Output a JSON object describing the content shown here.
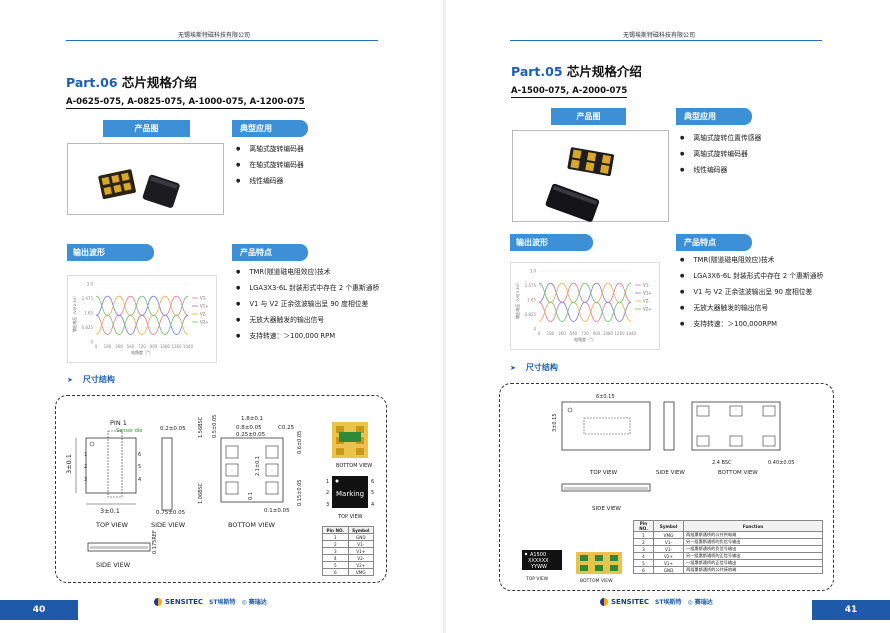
{
  "header": {
    "company": "无锡埃斯特磁科技有限公司"
  },
  "left": {
    "part_num": "Part.06",
    "part_title": "芯片规格介绍",
    "models": "A-0625-075, A-0825-075, A-1000-075, A-1200-075",
    "sect_product_image": "产品图",
    "sect_application": "典型应用",
    "applications": [
      "离轴式旋转编码器",
      "在轴式旋转编码器",
      "线性编码器"
    ],
    "sect_waveform": "输出波形",
    "sect_features": "产品特点",
    "features": [
      "TMR(隧道磁电阻效应)技术",
      "LGA3X3-6L 封装形式中存在 2 个惠斯通桥",
      "V1 与 V2 正余弦波输出呈 90 度相位差",
      "无放大器触发的输出信号",
      "支持转速：＞100,000 RPM"
    ],
    "sect_dimensions": "尺寸结构",
    "drawing": {
      "pin1": "PIN 1",
      "sensor": "Sensor die",
      "w1": "3±0.1",
      "h1": "3±0.1",
      "top_view": "TOP VIEW",
      "side_view": "SIDE VIEW",
      "bottom_view": "BOTTOM VIEW",
      "d_02": "0.2±0.05",
      "d_075": "0.75±0.05",
      "d_156": "1.56BSC",
      "d_05": "0.5±0.05",
      "d_18": "1.8±0.1",
      "d_08": "0.8±0.05",
      "d_025": "0.25±0.05",
      "c025": "C0.25",
      "d_21": "2.1±0.1",
      "d_106": "1.06BSC",
      "d_01": "0.1±0.05",
      "d_015": "0.15±0.05",
      "d_01b": "0.1",
      "d_06": "0.6±0.05",
      "d_0175": "0.175REF",
      "marking": "Marking",
      "pin_table_head": [
        "Pin NO.",
        "Symbol"
      ],
      "pin_table": [
        [
          "1",
          "GND"
        ],
        [
          "2",
          "V1-"
        ],
        [
          "3",
          "V1+"
        ],
        [
          "4",
          "V2-"
        ],
        [
          "5",
          "V2+"
        ],
        [
          "6",
          "VMG"
        ]
      ],
      "pin_nums": [
        "1",
        "2",
        "3",
        "4",
        "5",
        "6"
      ]
    },
    "page_number": "40"
  },
  "right": {
    "part_num": "Part.05",
    "part_title": "芯片规格介绍",
    "models": "A-1500-075, A-2000-075",
    "sect_product_image": "产品图",
    "sect_application": "典型应用",
    "applications": [
      "离轴式旋转位置传感器",
      "离轴式旋转编码器",
      "线性编码器"
    ],
    "sect_waveform": "输出波形",
    "sect_features": "产品特点",
    "features": [
      "TMR(隧道磁电阻效应)技术",
      "LGA3X6-6L 封装形式中存在 2 个惠斯通桥",
      "V1 与 V2 正余弦波输出呈 90 度相位差",
      "无放大器触发的输出信号",
      "支持转速：＞100,000RPM"
    ],
    "sect_dimensions": "尺寸结构",
    "drawing": {
      "top_view": "TOP VIEW",
      "side_view": "SIDE VIEW",
      "bottom_view": "BOTTOM VIEW",
      "w": "6±0.15",
      "h": "3±0.15",
      "d1": "2.4 BSC",
      "d2": "0.40±0.05",
      "marking_lines": [
        "A1500",
        "XXXXXX",
        "YYWW"
      ],
      "pin_table_head": [
        "Pin NO.",
        "Symbol",
        "Function"
      ],
      "pin_table": [
        [
          "1",
          "VMG",
          "两组惠斯通桥的公共供电端"
        ],
        [
          "2",
          "V1-",
          "另一组惠斯通桥的负信号输出"
        ],
        [
          "3",
          "V1-",
          "一组惠斯通桥的负信号输出"
        ],
        [
          "4",
          "V2+",
          "另一组惠斯通桥的正信号输出"
        ],
        [
          "5",
          "V1+",
          "一组惠斯通桥的正信号输出"
        ],
        [
          "6",
          "GND",
          "两组惠斯通桥的公共接地端"
        ]
      ]
    },
    "page_number": "41"
  },
  "chart_data": [
    {
      "type": "line",
      "x": [
        0,
        180,
        360,
        540,
        720,
        900,
        1080,
        1260,
        1440
      ],
      "xlabel": "电角度（°）",
      "ylabel": "输出电压（V@3.3V）",
      "ylim": [
        0.5,
        3.0
      ],
      "yticks": [
        "3.0",
        "2.475",
        "1.65",
        "0.825",
        "0"
      ],
      "series": [
        {
          "name": "V1-",
          "values": [
            1.65,
            0.825,
            1.65,
            2.475,
            1.65,
            0.825,
            1.65,
            2.475,
            1.65
          ]
        },
        {
          "name": "V1+",
          "values": [
            1.65,
            2.475,
            1.65,
            0.825,
            1.65,
            2.475,
            1.65,
            0.825,
            1.65
          ]
        },
        {
          "name": "V2-",
          "values": [
            0.825,
            1.65,
            2.475,
            1.65,
            0.825,
            1.65,
            2.475,
            1.65,
            0.825
          ]
        },
        {
          "name": "V2+",
          "values": [
            2.475,
            1.65,
            0.825,
            1.65,
            2.475,
            1.65,
            0.825,
            1.65,
            2.475
          ]
        }
      ],
      "colors": [
        "#e07a9a",
        "#7a7ae0",
        "#e0b050",
        "#6cc06c"
      ]
    },
    {
      "type": "line",
      "x": [
        0,
        180,
        360,
        540,
        720,
        900,
        1080,
        1260,
        1440
      ],
      "xlabel": "电角度（°）",
      "ylabel": "输出电压（V@3.3V）",
      "ylim": [
        0.5,
        3.0
      ],
      "yticks": [
        "3.0",
        "2.475",
        "1.65",
        "0.825",
        "0"
      ],
      "series": [
        {
          "name": "V1-",
          "values": [
            1.65,
            0.825,
            1.65,
            2.475,
            1.65,
            0.825,
            1.65,
            2.475,
            1.65
          ]
        },
        {
          "name": "V1+",
          "values": [
            1.65,
            2.475,
            1.65,
            0.825,
            1.65,
            2.475,
            1.65,
            0.825,
            1.65
          ]
        },
        {
          "name": "V2-",
          "values": [
            0.825,
            1.65,
            2.475,
            1.65,
            0.825,
            1.65,
            2.475,
            1.65,
            0.825
          ]
        },
        {
          "name": "V2+",
          "values": [
            2.475,
            1.65,
            0.825,
            1.65,
            2.475,
            1.65,
            0.825,
            1.65,
            2.475
          ]
        }
      ],
      "colors": [
        "#e07a9a",
        "#7a7ae0",
        "#e0b050",
        "#6cc06c"
      ]
    }
  ]
}
